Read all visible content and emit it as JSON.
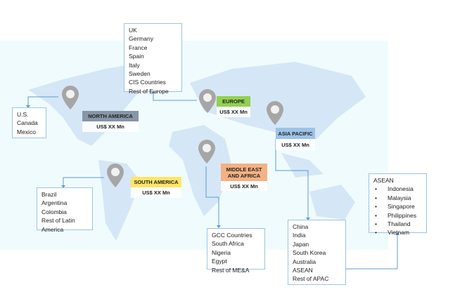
{
  "regions": {
    "north_america": {
      "title": "NORTH AMERICA",
      "value": "US$ XX Mn",
      "color": "#8795a8",
      "countries": [
        "U.S.",
        "Canada",
        "Mexico"
      ]
    },
    "europe": {
      "title": "EUROPE",
      "value": "US$ XX Mn",
      "color": "#92d050",
      "countries": [
        "UK",
        "Germany",
        "France",
        "Spain",
        "Italy",
        "Sweden",
        "CIS Countries",
        "Rest of Europe"
      ]
    },
    "asia_pacific": {
      "title": "ASIA PACIFIC",
      "value": "US$ XX Mn",
      "color": "#9dc3e6",
      "countries": [
        "China",
        "India",
        "Japan",
        "South Korea",
        "Australia",
        "ASEAN",
        "Rest of APAC"
      ]
    },
    "mea": {
      "title": "MIDDLE EAST AND AFRICA",
      "value": "US$ XX Mn",
      "color": "#f4b183",
      "countries": [
        "GCC Countries",
        "South Africa",
        "Nigeria",
        "Egypt",
        "Rest of ME&A"
      ]
    },
    "south_america": {
      "title": "SOUTH AMERICA",
      "value": "US$ XX Mn",
      "color": "#ffe566",
      "countries": [
        "Brazil",
        "Argentina",
        "Colombia",
        "Rest of Latin America"
      ]
    }
  },
  "asean": {
    "title": "ASEAN",
    "bullet": "•",
    "countries": [
      "Indonesia",
      "Malaysia",
      "Singapore",
      "Philippines",
      "Thailand",
      "Vietnam"
    ]
  }
}
